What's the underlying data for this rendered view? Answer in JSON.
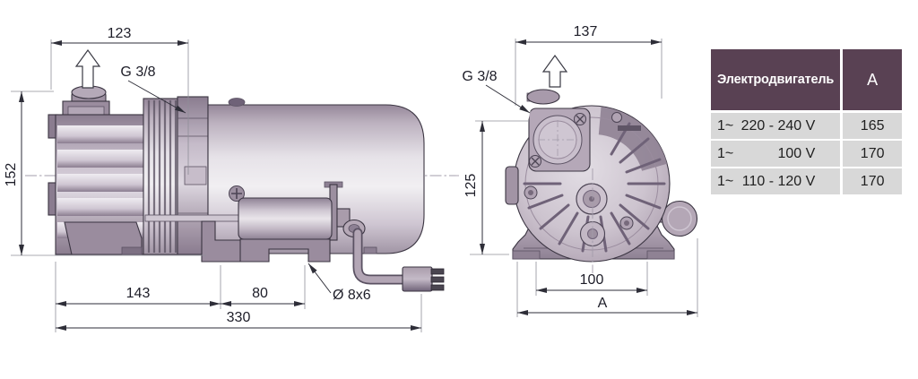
{
  "views": {
    "side": {
      "title": "side-view-drawing",
      "labels": {
        "width_top": "123",
        "height": "152",
        "inlet_port": "G 3/8",
        "foot_front": "143",
        "foot_span": "80",
        "cable": "Ø 8x6",
        "length_total": "330"
      }
    },
    "front": {
      "title": "front-view-drawing",
      "labels": {
        "width_top": "137",
        "height": "125",
        "inlet_port": "G 3/8",
        "foot_holes": "100",
        "width_total": "A"
      }
    }
  },
  "table": {
    "header": {
      "motor": "Электродвигатель",
      "dim": "А"
    },
    "rows": [
      {
        "phase": "1~",
        "voltage": "220 - 240 V",
        "value": "165"
      },
      {
        "phase": "1~",
        "voltage": "100 V",
        "value": "170"
      },
      {
        "phase": "1~",
        "voltage": "110 - 120 V",
        "value": "170"
      }
    ],
    "colors": {
      "header_bg": "#594153",
      "header_text": "#ffffff",
      "row_bg": "#d8d8d8",
      "row_text": "#1f1f1f"
    }
  }
}
